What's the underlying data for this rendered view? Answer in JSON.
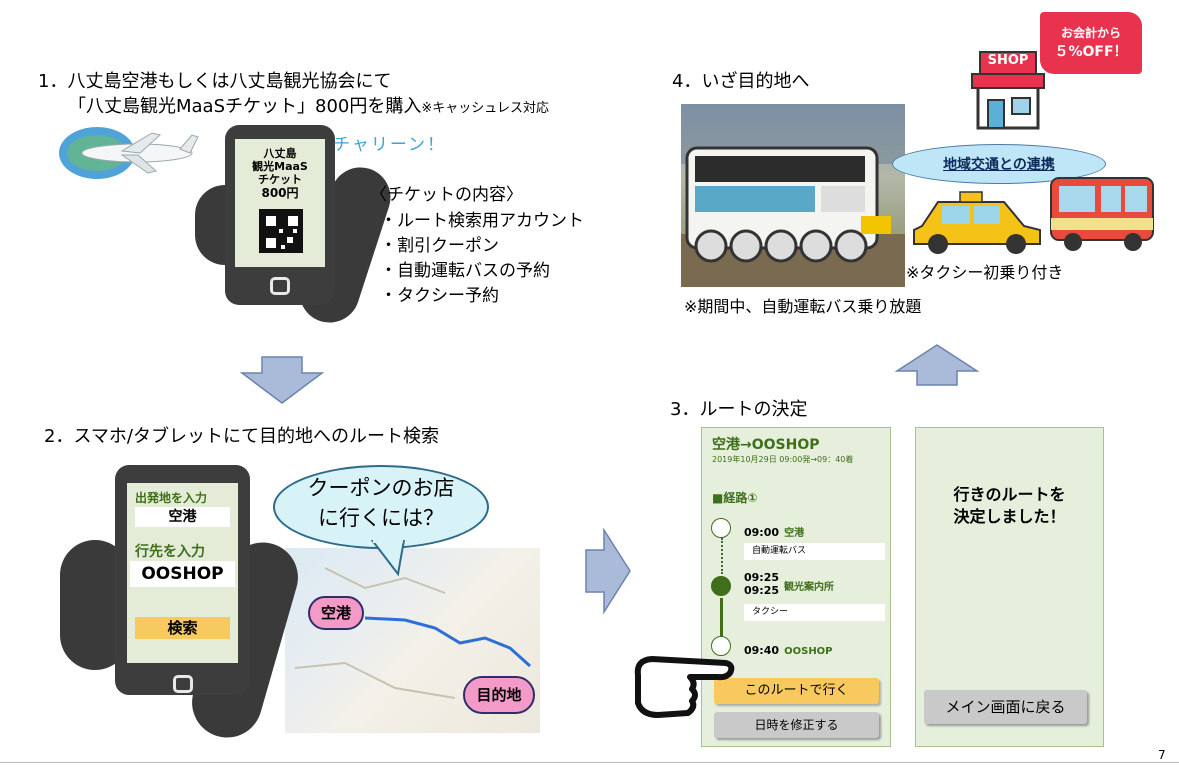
{
  "step1": {
    "title_line1": "1．八丈島空港もしくは八丈島観光協会にて",
    "title_line2": "「八丈島観光MaaSチケット」800円を購入",
    "cashless_note": "※キャッシュレス対応",
    "chime": "チャリーン！",
    "screen_line1": "八丈島",
    "screen_line2": "観光MaaS",
    "screen_line3": "チケット",
    "screen_price": "800円",
    "contents_header": "〈チケットの内容〉",
    "contents": [
      "・ルート検索用アカウント",
      "・割引クーポン",
      "・自動運転バスの予約",
      "・タクシー予約"
    ]
  },
  "step2": {
    "title": "2．スマホ/タブレットにて目的地へのルート検索",
    "origin_label": "出発地を入力",
    "origin_value": "空港",
    "dest_label": "行先を入力",
    "dest_value": "OOSHOP",
    "search_button": "検索",
    "bubble_line1": "クーポンのお店",
    "bubble_line2": "に行くには？",
    "map_airport": "空港",
    "map_destination": "目的地"
  },
  "step3": {
    "title": "3．ルートの決定",
    "route_title": "空港→OOSHOP",
    "route_date": "2019年10月29日  09:00発→09：40着",
    "route_heading": "■経路①",
    "stops": [
      {
        "time": "09:00",
        "place": "空港"
      },
      {
        "time": "09:25\n09:25",
        "place": "観光案内所"
      },
      {
        "time": "09:40",
        "place": "OOSHOP"
      }
    ],
    "modes": [
      "自動運転バス",
      "タクシー"
    ],
    "select_button": "このルートで行く",
    "edit_button": "日時を修正する",
    "decided_line1": "行きのルートを",
    "decided_line2": "決定しました！",
    "back_button": "メイン画面に戻る"
  },
  "step4": {
    "title": "4．いざ目的地へ",
    "free_ride_note": "※期間中、自動運転バス乗り放題",
    "taxi_note": "※タクシー初乗り付き",
    "local_transport": "地域交通との連携",
    "shop_sign": "SHOP",
    "discount_line1": "お会計から",
    "discount_line2": "５%OFF！"
  },
  "page_number": "7"
}
